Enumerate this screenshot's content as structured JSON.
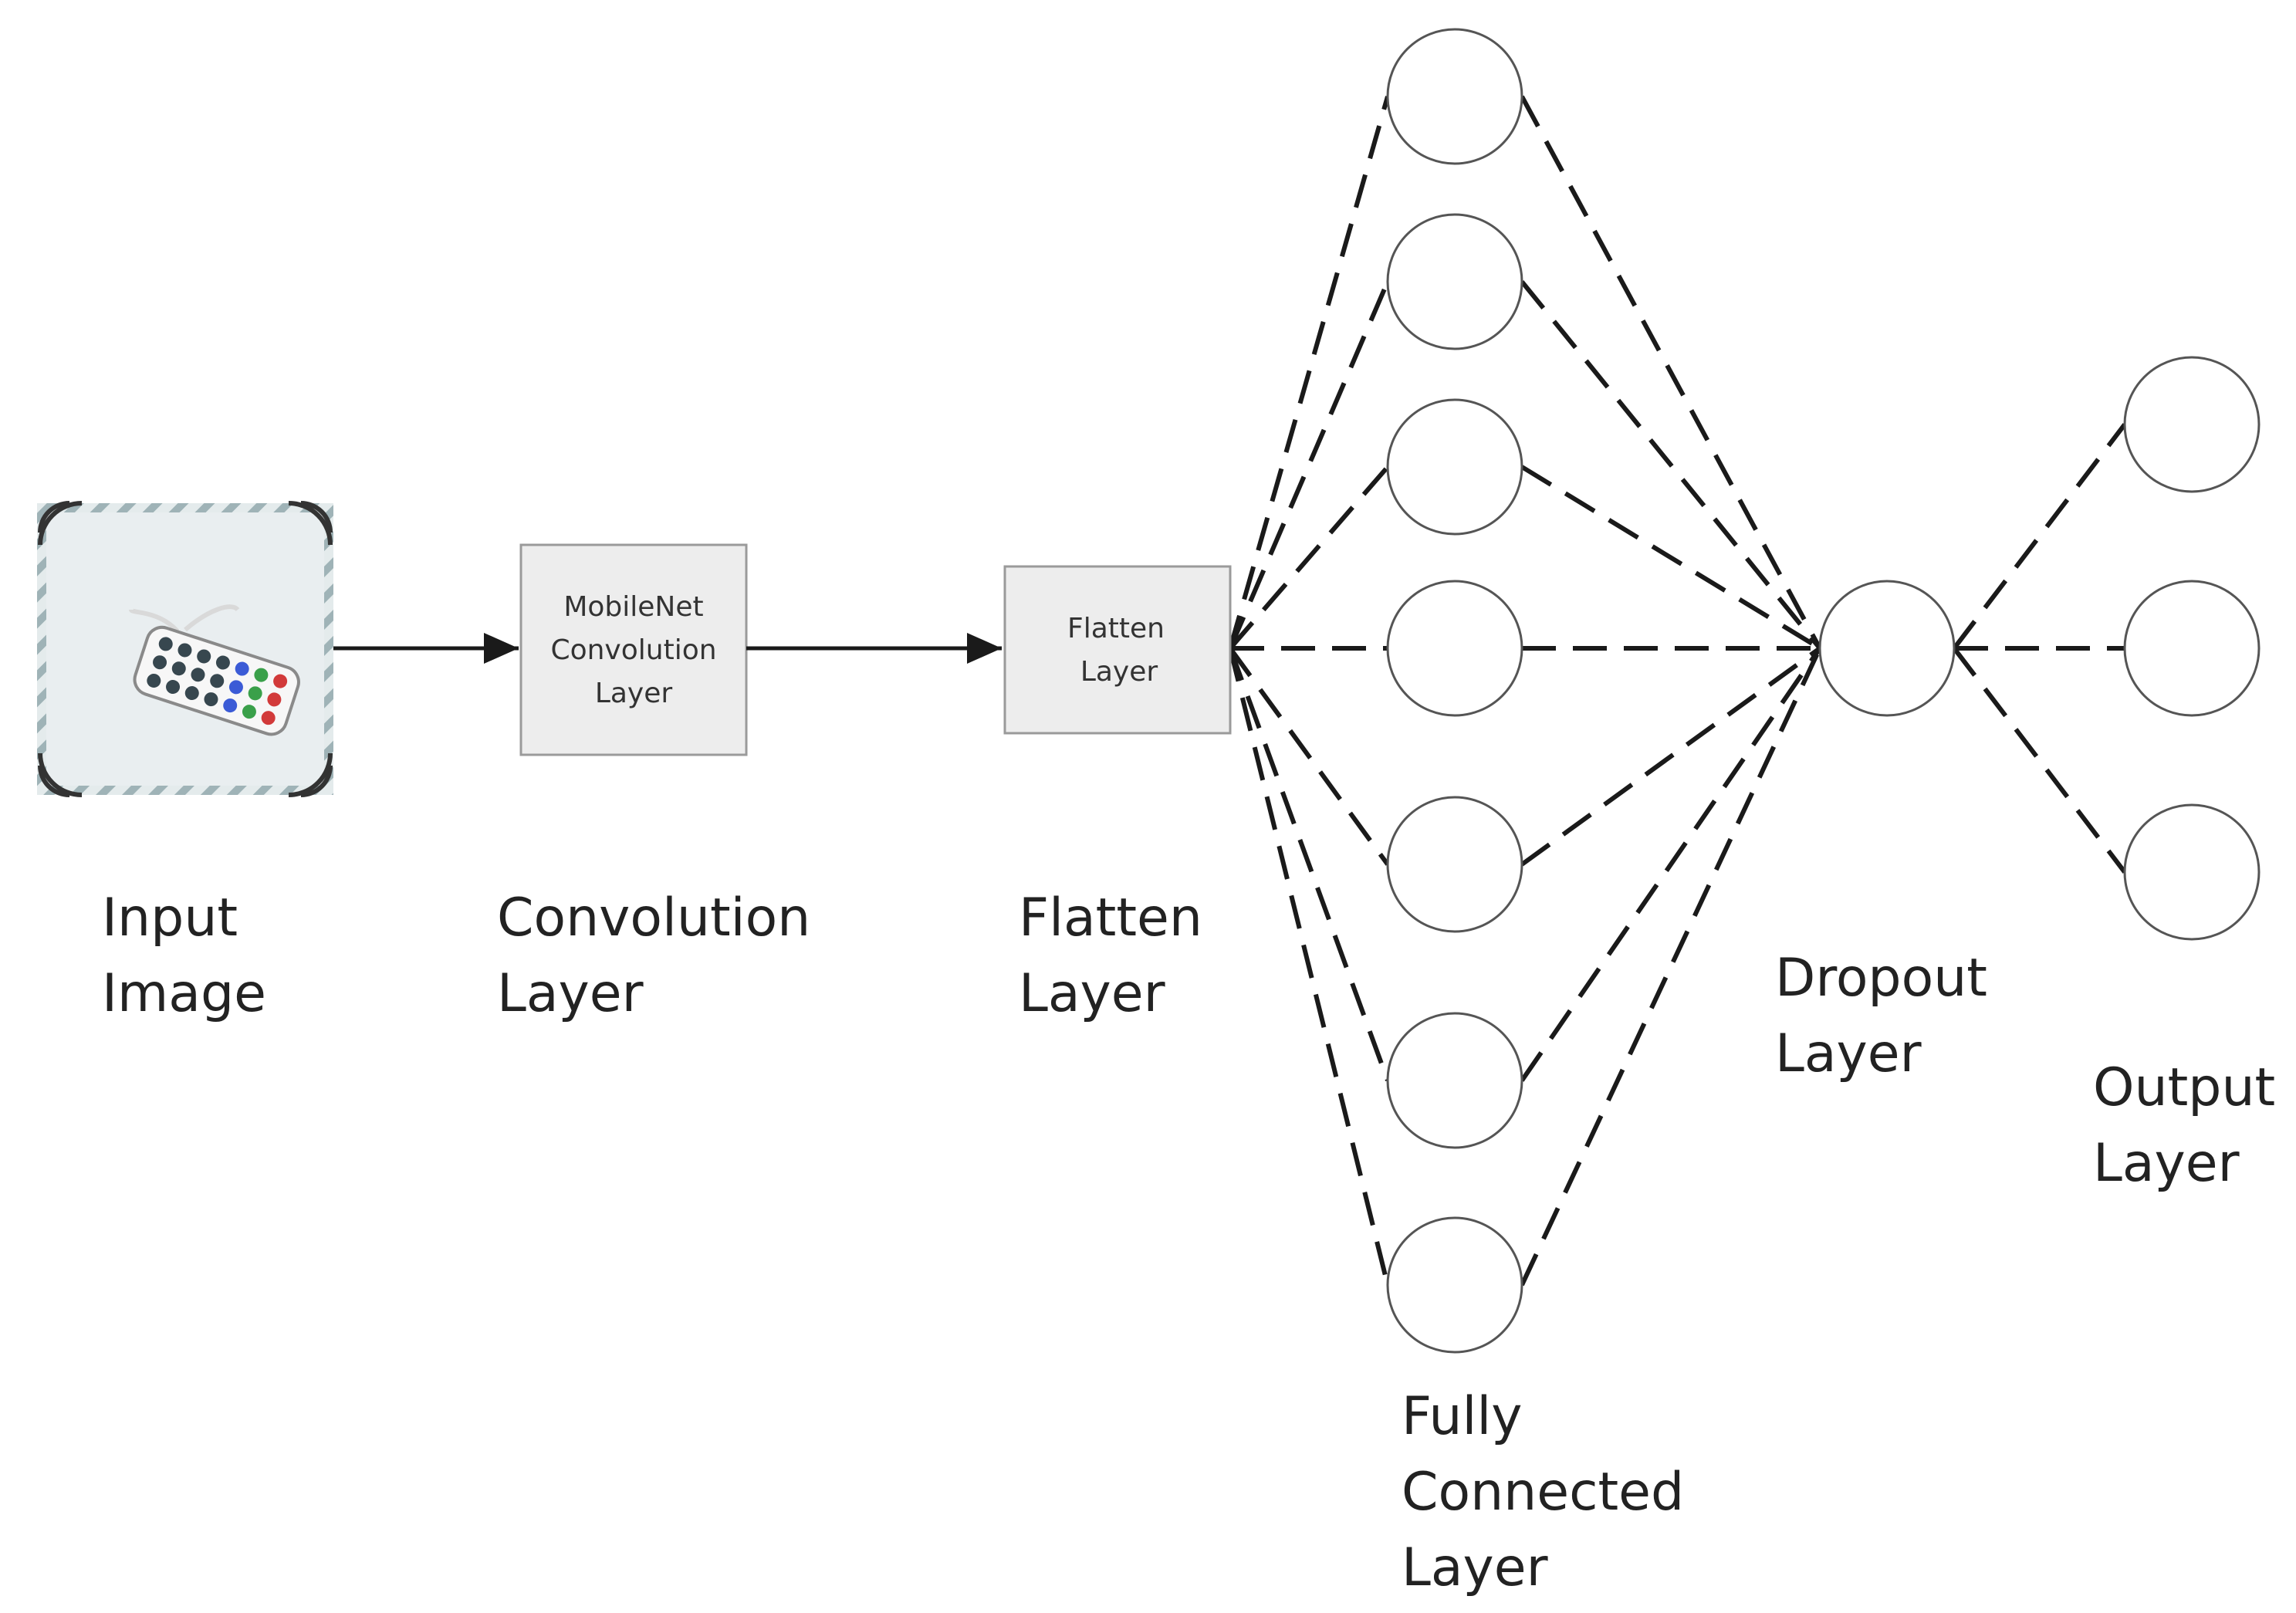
{
  "input": {
    "caption_lines": [
      "Input",
      "Image"
    ]
  },
  "conv_box": {
    "lines": [
      "MobileNet",
      "Convolution",
      "Layer"
    ]
  },
  "conv": {
    "caption_lines": [
      "Convolution",
      "Layer"
    ]
  },
  "flatten_box": {
    "lines": [
      "Flatten",
      "Layer"
    ]
  },
  "flatten": {
    "caption_lines": [
      "Flatten",
      "Layer"
    ]
  },
  "fully_connected": {
    "caption_lines": [
      "Fully",
      "Connected",
      "Layer"
    ],
    "node_count": 7
  },
  "dropout": {
    "caption_lines": [
      "Dropout",
      "Layer"
    ],
    "node_count": 1
  },
  "output": {
    "caption_lines": [
      "Output",
      "Layer"
    ],
    "node_count": 3
  },
  "colors": {
    "line": "#1a1a1a",
    "box_fill": "#ededed",
    "box_stroke": "#9a9a9a",
    "node_stroke": "#555555"
  }
}
